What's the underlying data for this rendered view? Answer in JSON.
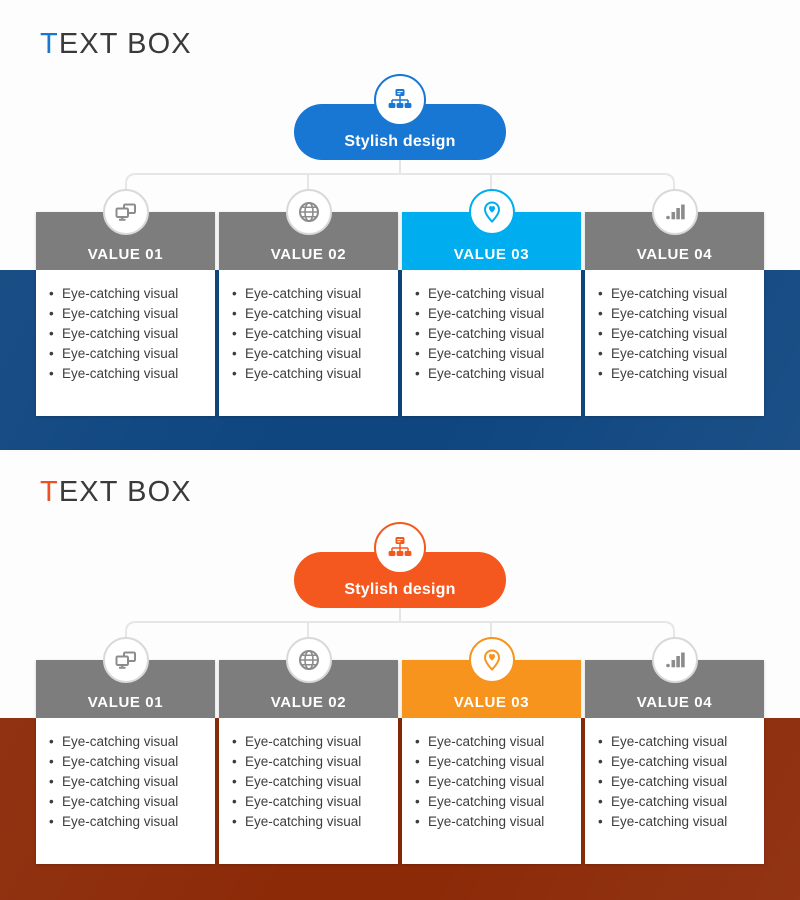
{
  "sections": [
    {
      "title_accent": "T",
      "title_rest": "EXT BOX",
      "accent_color": "#1877d2",
      "band_color": "#0f4680",
      "pill_color": "#1877d2",
      "pill_label": "Stylish design",
      "pill_icon": "hierarchy-icon",
      "highlight_color": "#00aeef",
      "highlight_index": 2,
      "cards": [
        {
          "label": "VALUE 01",
          "icon": "devices-icon",
          "bullets": [
            "Eye-catching visual",
            "Eye-catching visual",
            "Eye-catching visual",
            "Eye-catching visual",
            "Eye-catching visual"
          ]
        },
        {
          "label": "VALUE 02",
          "icon": "globe-icon",
          "bullets": [
            "Eye-catching visual",
            "Eye-catching visual",
            "Eye-catching visual",
            "Eye-catching visual",
            "Eye-catching visual"
          ]
        },
        {
          "label": "VALUE 03",
          "icon": "location-pin-icon",
          "bullets": [
            "Eye-catching visual",
            "Eye-catching visual",
            "Eye-catching visual",
            "Eye-catching visual",
            "Eye-catching visual"
          ]
        },
        {
          "label": "VALUE 04",
          "icon": "bar-chart-icon",
          "bullets": [
            "Eye-catching visual",
            "Eye-catching visual",
            "Eye-catching visual",
            "Eye-catching visual",
            "Eye-catching visual"
          ]
        }
      ]
    },
    {
      "title_accent": "T",
      "title_rest": "EXT BOX",
      "accent_color": "#f04e23",
      "band_color": "#8c2a08",
      "pill_color": "#f4581e",
      "pill_label": "Stylish design",
      "pill_icon": "hierarchy-icon",
      "highlight_color": "#f7941e",
      "highlight_index": 2,
      "cards": [
        {
          "label": "VALUE 01",
          "icon": "devices-icon",
          "bullets": [
            "Eye-catching visual",
            "Eye-catching visual",
            "Eye-catching visual",
            "Eye-catching visual",
            "Eye-catching visual"
          ]
        },
        {
          "label": "VALUE 02",
          "icon": "globe-icon",
          "bullets": [
            "Eye-catching visual",
            "Eye-catching visual",
            "Eye-catching visual",
            "Eye-catching visual",
            "Eye-catching visual"
          ]
        },
        {
          "label": "VALUE 03",
          "icon": "location-pin-icon",
          "bullets": [
            "Eye-catching visual",
            "Eye-catching visual",
            "Eye-catching visual",
            "Eye-catching visual",
            "Eye-catching visual"
          ]
        },
        {
          "label": "VALUE 04",
          "icon": "bar-chart-icon",
          "bullets": [
            "Eye-catching visual",
            "Eye-catching visual",
            "Eye-catching visual",
            "Eye-catching visual",
            "Eye-catching visual"
          ]
        }
      ]
    }
  ],
  "palette": {
    "card_header_gray": "#7d7d7d",
    "card_background": "#ffffff",
    "text_dark": "#3d3d3d",
    "connector_line": "#e6e6e6"
  }
}
